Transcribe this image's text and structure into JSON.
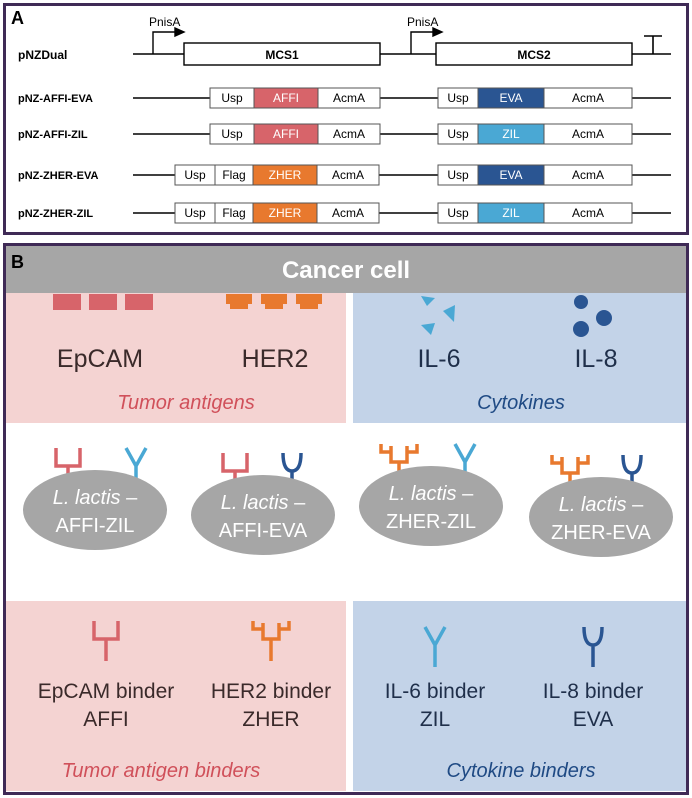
{
  "panel_a": {
    "letter": "A",
    "promoter_label": "PnisA",
    "dual": {
      "name": "pNZDual",
      "mcs1": "MCS1",
      "mcs2": "MCS2"
    },
    "constructs": [
      {
        "name": "pNZ-AFFI-EVA",
        "left": [
          "Usp",
          "AFFI",
          "AcmA"
        ],
        "right": [
          "Usp",
          "EVA",
          "AcmA"
        ]
      },
      {
        "name": "pNZ-AFFI-ZIL",
        "left": [
          "Usp",
          "AFFI",
          "AcmA"
        ],
        "right": [
          "Usp",
          "ZIL",
          "AcmA"
        ]
      },
      {
        "name": "pNZ-ZHER-EVA",
        "left": [
          "Usp",
          "Flag",
          "ZHER",
          "AcmA"
        ],
        "right": [
          "Usp",
          "EVA",
          "AcmA"
        ]
      },
      {
        "name": "pNZ-ZHER-ZIL",
        "left": [
          "Usp",
          "Flag",
          "ZHER",
          "AcmA"
        ],
        "right": [
          "Usp",
          "ZIL",
          "AcmA"
        ]
      }
    ],
    "colors": {
      "AFFI": "#d7646a",
      "ZHER": "#e8792e",
      "EVA": "#2a5592",
      "ZIL": "#4aa8d4"
    }
  },
  "panel_b": {
    "letter": "B",
    "header": "Cancer cell",
    "top_left": {
      "items": [
        "EpCAM",
        "HER2"
      ],
      "caption": "Tumor antigens"
    },
    "top_right": {
      "items": [
        "IL-6",
        "IL-8"
      ],
      "caption": "Cytokines"
    },
    "cells": [
      {
        "line1": "L. lactis",
        "dash": " –",
        "line2": "AFFI-ZIL"
      },
      {
        "line1": "L. lactis",
        "dash": " –",
        "line2": "AFFI-EVA"
      },
      {
        "line1": "L. lactis",
        "dash": " –",
        "line2": "ZHER-ZIL"
      },
      {
        "line1": "L. lactis",
        "dash": " –",
        "line2": "ZHER-EVA"
      }
    ],
    "bottom_left": {
      "binders": [
        {
          "line1": "EpCAM binder",
          "line2": "AFFI"
        },
        {
          "line1": "HER2 binder",
          "line2": "ZHER"
        }
      ],
      "caption": "Tumor antigen binders"
    },
    "bottom_right": {
      "binders": [
        {
          "line1": "IL-6 binder",
          "line2": "ZIL"
        },
        {
          "line1": "IL-8 binder",
          "line2": "EVA"
        }
      ],
      "caption": "Cytokine binders"
    },
    "colors": {
      "pink_bg": "#f4d3d2",
      "blue_bg": "#c3d3e8",
      "header_bg": "#a6a6a6",
      "frame": "#3f2a56",
      "cell": "#a6a6a6",
      "red_text": "#d0505a",
      "navy_text": "#1f4a84"
    }
  }
}
